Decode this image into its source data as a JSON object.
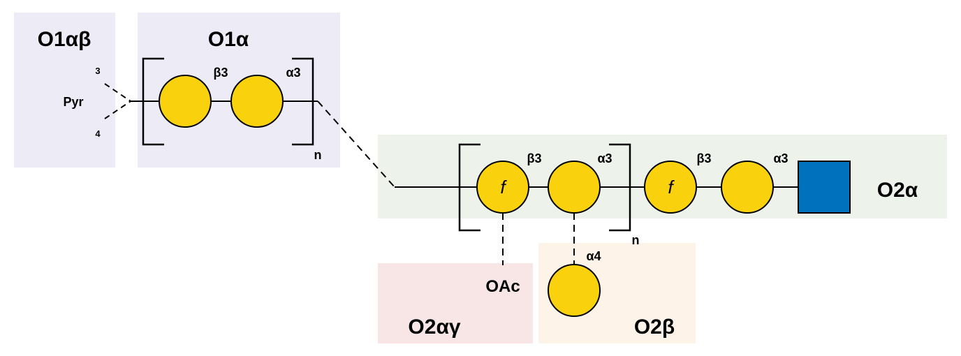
{
  "regions": {
    "o1ab": "O1αβ",
    "o1a": "O1α",
    "o2a": "O2α",
    "o2ag": "O2αγ",
    "o2b": "O2β"
  },
  "colors": {
    "o1_box": "#ecebf6",
    "o2a_box": "#edf3ea",
    "o2ag_box": "#f8e6e6",
    "o2b_box": "#fdf3e8",
    "galactose_fill": "#f9d10c",
    "glcnac_fill": "#0071bc",
    "line": "#000000"
  },
  "pyruvate": {
    "label": "Pyr",
    "pos3": "3",
    "pos4": "4"
  },
  "o1_repeat": {
    "linkage_1": "β3",
    "linkage_2": "α3",
    "repeat_n": "n"
  },
  "o2_repeat": {
    "residue_1_symbol": "f",
    "linkage_1": "β3",
    "linkage_2": "α3",
    "repeat_n": "n"
  },
  "o2_core": {
    "residue_1_symbol": "f",
    "linkage_1": "β3",
    "linkage_2": "α3",
    "terminal": "glcnac-square"
  },
  "substituents": {
    "oac": "OAc",
    "branch_linkage": "α4"
  }
}
